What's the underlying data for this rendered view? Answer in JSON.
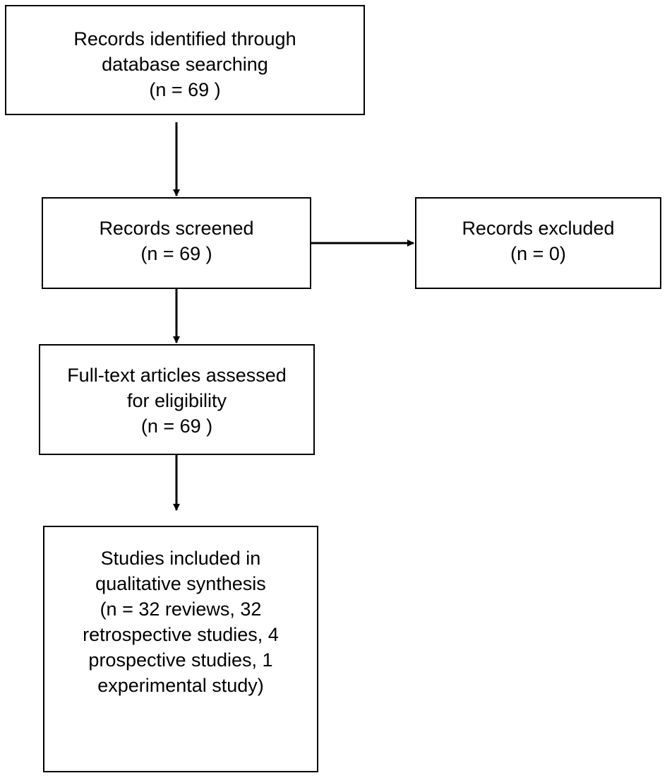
{
  "identification": {
    "lines": [
      "Records identified through",
      "database searching",
      "(n = 69 )"
    ]
  },
  "screening": {
    "lines": [
      "Records screened",
      "(n = 69 )"
    ]
  },
  "excluded": {
    "lines": [
      "Records excluded",
      "(n = 0)"
    ]
  },
  "eligibility": {
    "lines": [
      "Full-text articles assessed",
      "for eligibility",
      "(n = 69 )"
    ]
  },
  "included": {
    "lines": [
      "Studies included in",
      "qualitative synthesis",
      "(n = 32 reviews, 32",
      "retrospective studies, 4",
      "prospective studies, 1",
      "experimental study)"
    ]
  },
  "colors": {
    "stroke": "#000000",
    "background": "#ffffff"
  }
}
